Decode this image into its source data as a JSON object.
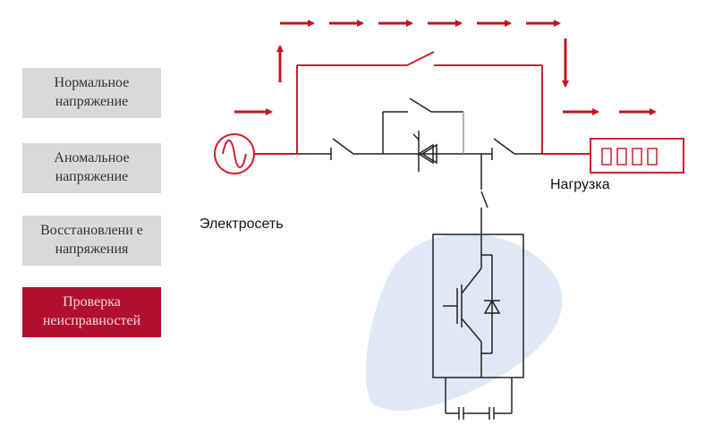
{
  "menu": {
    "items": [
      {
        "label": "Нормальное напряжение",
        "state": "inactive"
      },
      {
        "label": "Аномальное напряжение",
        "state": "inactive"
      },
      {
        "label": "Восстановлени е напряжения",
        "state": "inactive"
      },
      {
        "label": "Проверка неисправностей",
        "state": "active"
      }
    ]
  },
  "diagram": {
    "grid_label": "Электросеть",
    "load_label": "Нагрузка",
    "colors": {
      "power_path": "#cc1f2e",
      "arrow": "#c0141f",
      "wire": "#222222",
      "active_button": "#b0102e",
      "inactive_button": "#d9d9d9",
      "watermark": "#dfe8f5"
    }
  }
}
